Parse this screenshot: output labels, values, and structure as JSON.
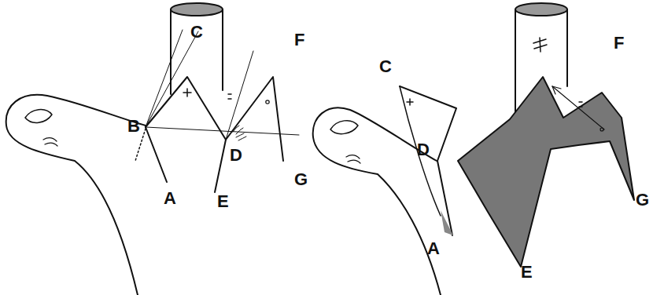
{
  "diagram": {
    "labels": [
      "C",
      "B",
      "D",
      "F",
      "A",
      "E",
      "G",
      "C",
      "D",
      "F",
      "A",
      "E",
      "G"
    ]
  }
}
